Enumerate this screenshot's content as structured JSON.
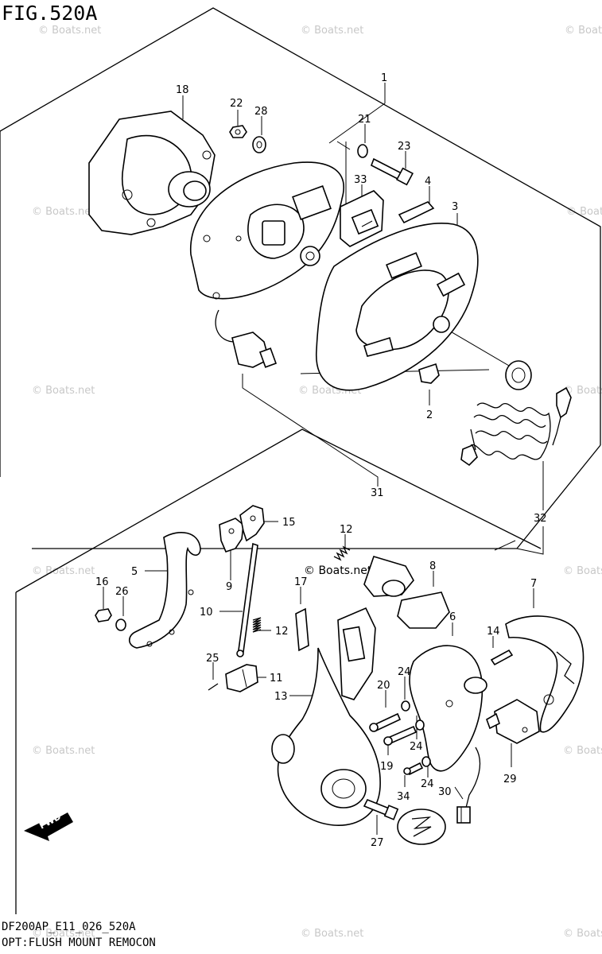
{
  "figure": {
    "title": "FIG.520A",
    "code": "DF200AP_E11_026_520A",
    "description": "OPT:FLUSH MOUNT REMOCON",
    "watermark": "© Boats.net",
    "fwd_label": "FWD"
  },
  "callouts": [
    "1",
    "2",
    "3",
    "4",
    "5",
    "6",
    "7",
    "8",
    "9",
    "10",
    "11",
    "12",
    "12",
    "13",
    "14",
    "15",
    "16",
    "17",
    "18",
    "19",
    "20",
    "21",
    "22",
    "23",
    "24",
    "24",
    "24",
    "25",
    "26",
    "27",
    "28",
    "29",
    "30",
    "31",
    "32",
    "33",
    "34"
  ]
}
